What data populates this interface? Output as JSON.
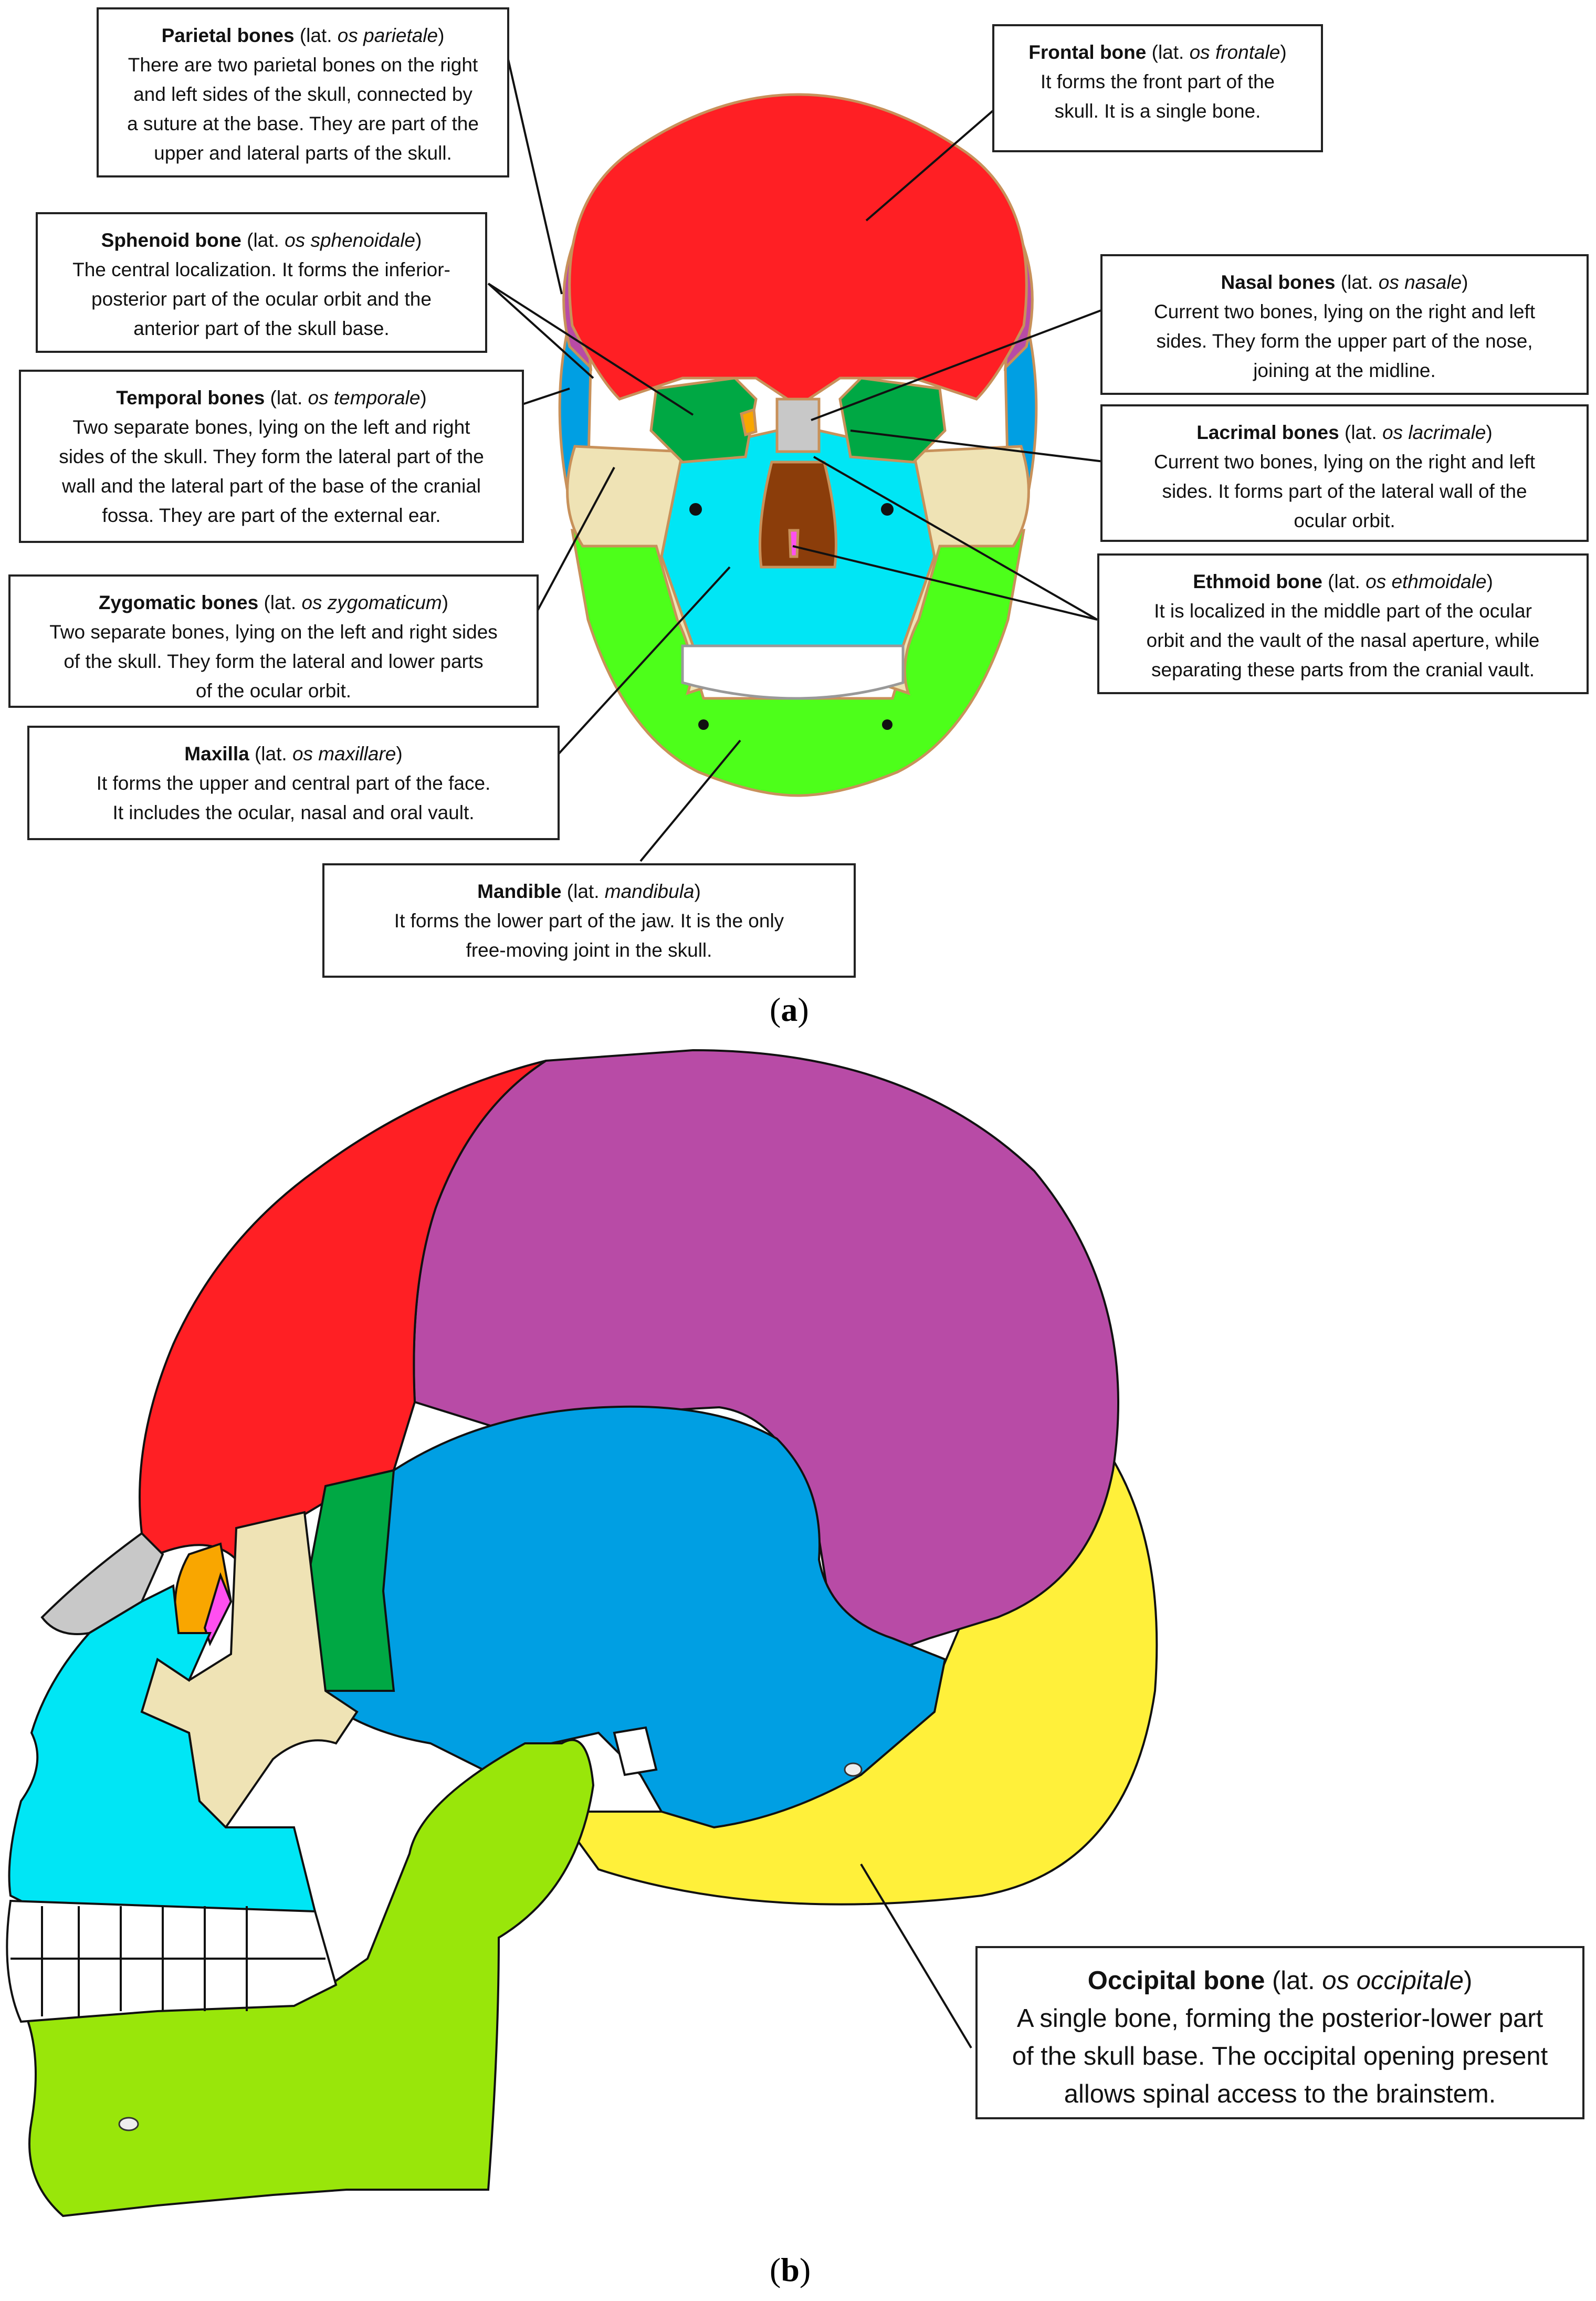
{
  "panels": {
    "a": {
      "letter": "a"
    },
    "b": {
      "letter": "b"
    }
  },
  "colors": {
    "frontal": "#ff1f24",
    "parietal": "#b84ba6",
    "sphenoid": "#00a844",
    "temporal": "#009fe3",
    "zygomatic": "#efe3b5",
    "maxilla": "#00e6f5",
    "mandible_a": "#4dff1a",
    "mandible_b": "#99e60a",
    "occipital": "#fff03a",
    "nasal": "#c8c8c8",
    "lacrimal": "#f9a600",
    "ethmoid": "#ff4ff0",
    "nasal_cavity": "#8b3d0a",
    "teeth": "#ffffff",
    "suture": "#c8915a"
  },
  "labels": {
    "parietal": {
      "title": "Parietal bones",
      "lat": "(lat. ",
      "latin": "os parietale",
      "close": ")",
      "lines": [
        "There are two parietal bones on the right",
        "and left sides of the skull, connected by",
        "a suture at the base. They are part of the",
        "upper and lateral parts of the skull."
      ]
    },
    "frontal": {
      "title": "Frontal bone",
      "lat": " (lat. ",
      "latin": "os frontale",
      "close": ")",
      "lines": [
        "It forms the front part of the",
        "skull. It is a single bone."
      ]
    },
    "sphenoid": {
      "title": "Sphenoid bone",
      "lat": " (lat. ",
      "latin": "os sphenoidale",
      "close": ")",
      "lines": [
        "The central localization. It forms the inferior-",
        "posterior part of the ocular orbit and the",
        "anterior part of the skull base."
      ]
    },
    "nasal": {
      "title": "Nasal bones",
      "lat": " (lat. ",
      "latin": "os nasale",
      "close": ")",
      "lines": [
        "Current two bones, lying on the right and left",
        "sides. They form the upper part of the nose,",
        "joining at the midline."
      ]
    },
    "temporal": {
      "title": "Temporal bones",
      "lat": " (lat. ",
      "latin": "os temporale",
      "close": ")",
      "lines": [
        "Two separate bones, lying on the left and right",
        "sides of the skull. They form the lateral part of the",
        "wall and the lateral part of the base of the cranial",
        "fossa. They are part of the external ear."
      ]
    },
    "lacrimal": {
      "title": "Lacrimal bones",
      "lat": " (lat. ",
      "latin": "os lacrimale",
      "close": ")",
      "lines": [
        "Current two bones, lying on the right and left",
        "sides. It forms part of the lateral wall of the",
        "ocular orbit."
      ]
    },
    "ethmoid": {
      "title": "Ethmoid bone",
      "lat": " (lat. ",
      "latin": "os ethmoidale",
      "close": ")",
      "lines": [
        "It is localized in the middle part of the ocular",
        "orbit and the vault of the nasal aperture, while",
        "separating these parts from the cranial vault."
      ]
    },
    "zygomatic": {
      "title": "Zygomatic bones",
      "lat": " (lat. ",
      "latin": "os zygomaticum",
      "close": ")",
      "lines": [
        "Two separate bones, lying on the left and right sides",
        "of the skull. They form the lateral and lower parts",
        "of the ocular orbit."
      ]
    },
    "maxilla": {
      "title": "Maxilla",
      "lat": " (lat. ",
      "latin": "os maxillare",
      "close": ")",
      "lines": [
        "It forms the upper and central part of the face.",
        "It includes the ocular, nasal and oral vault."
      ]
    },
    "mandible": {
      "title": "Mandible",
      "lat": " (lat. ",
      "latin": "mandibula",
      "close": ")",
      "lines": [
        "It forms the lower part of the jaw. It is the only",
        "free-moving joint in the skull."
      ]
    },
    "occipital": {
      "title": "Occipital bone",
      "lat": " (lat. ",
      "latin": "os occipitale",
      "close": ")",
      "lines": [
        "A single bone, forming the posterior-lower part",
        "of the skull base. The occipital opening present",
        "allows spinal access to the brainstem."
      ]
    }
  }
}
